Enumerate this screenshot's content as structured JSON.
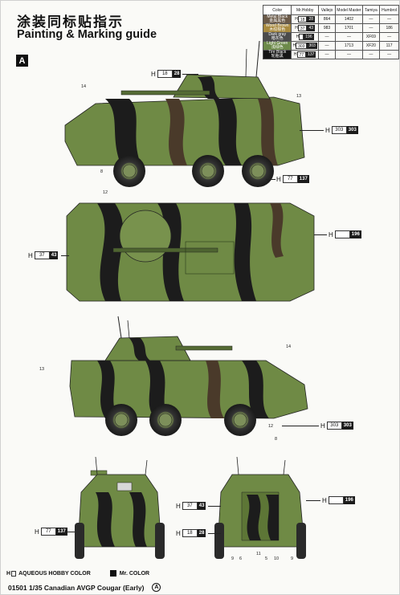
{
  "header": {
    "title_cn": "涂装同标贴指示",
    "title_en": "Painting & Marking guide",
    "profile_badge": "A"
  },
  "color_table": {
    "columns": [
      "Color",
      "Mr.Hobby",
      "Vallejo",
      "Model Master",
      "Tamiya",
      "Humbrol"
    ],
    "rows": [
      {
        "name": "Metal Black",
        "name_cn": "金属黑色",
        "swatch": "#6b5a48",
        "h": "18",
        "hn": "28",
        "vallejo": "864",
        "model_master": "1402",
        "tamiya": "—",
        "humbrol": "—"
      },
      {
        "name": "Wood Brown",
        "name_cn": "木纹棕色",
        "swatch": "#a88a3f",
        "h": "37",
        "hn": "43",
        "vallejo": "983",
        "model_master": "1701",
        "tamiya": "—",
        "humbrol": "186"
      },
      {
        "name": "Dark gray",
        "name_cn": "暗灰色",
        "swatch": "#4b4b4b",
        "h": "",
        "hn": "196",
        "vallejo": "—",
        "model_master": "—",
        "tamiya": "XF69",
        "humbrol": "—"
      },
      {
        "name": "Light Green",
        "name_cn": "浅绿色",
        "swatch": "#6d8a4a",
        "h": "303",
        "hn": "303",
        "vallejo": "—",
        "model_master": "1713",
        "tamiya": "XF20",
        "humbrol": "117"
      },
      {
        "name": "Tire Black",
        "name_cn": "轮胎黑",
        "swatch": "#161616",
        "h": "77",
        "hn": "137",
        "vallejo": "—",
        "model_master": "—",
        "tamiya": "—",
        "humbrol": "—"
      }
    ]
  },
  "callouts": {
    "side1_turret": {
      "h": "18",
      "n": "28"
    },
    "side1_hull": {
      "h": "303",
      "n": "303"
    },
    "side1_tire": {
      "h": "77",
      "n": "137"
    },
    "top_left": {
      "h": "37",
      "n": "43"
    },
    "top_right": {
      "h": "",
      "n": "196"
    },
    "side2_hull": {
      "h": "303",
      "n": "303"
    },
    "front_tire": {
      "h": "77",
      "n": "137"
    },
    "rear_left1": {
      "h": "37",
      "n": "43"
    },
    "rear_left2": {
      "h": "18",
      "n": "28"
    },
    "rear_right": {
      "h": "",
      "n": "196"
    }
  },
  "part_numbers": {
    "side1": [
      "14",
      "13",
      "8",
      "12"
    ],
    "side2": [
      "13",
      "14",
      "12",
      "8"
    ],
    "rear": [
      "9",
      "6",
      "11",
      "5",
      "10",
      "9"
    ]
  },
  "h_letter": "H",
  "legend": {
    "aqueous": "AQUEOUS HOBBY COLOR",
    "mr_color": "Mr. COLOR",
    "h_prefix": "H"
  },
  "footer": {
    "code": "01501 1/35 Canadian AVGP Cougar (Early)",
    "badge": "A"
  },
  "colors": {
    "green": "#6f8a45",
    "green_light": "#85a054",
    "brown": "#4a3a2a",
    "black": "#1c1c1c",
    "tire": "#2a2a2a",
    "hub": "#7d8f5a"
  }
}
